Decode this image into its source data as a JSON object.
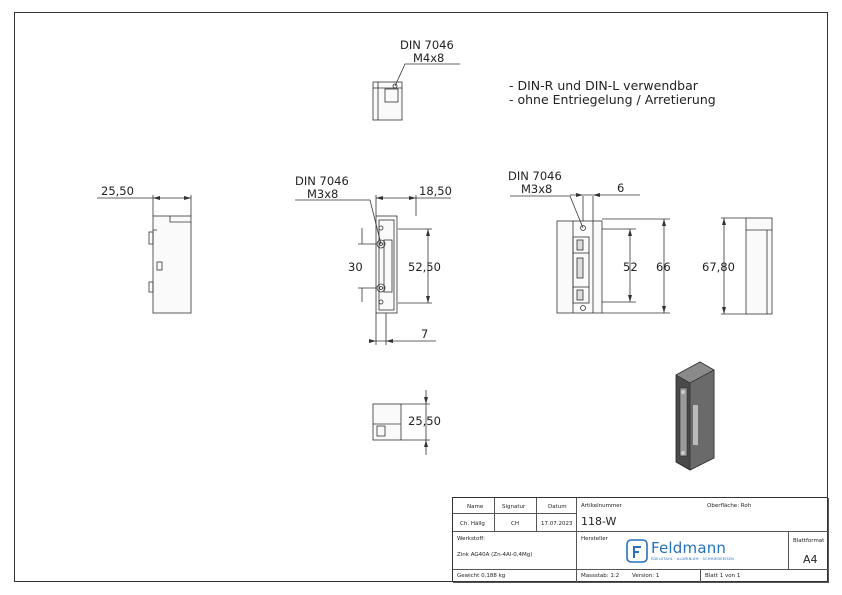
{
  "notes": {
    "line1": "- DIN-R und DIN-L verwendbar",
    "line2": "- ohne Entriegelung / Arretierung"
  },
  "callouts": {
    "top": {
      "standard": "DIN 7046",
      "screw": "M4x8"
    },
    "front": {
      "standard": "DIN 7046",
      "screw": "M3x8"
    },
    "right": {
      "standard": "DIN 7046",
      "screw": "M3x8"
    }
  },
  "dimensions": {
    "side_depth": "25,50",
    "front_width": "18,50",
    "hole_spacing": "30",
    "front_height": "52,50",
    "front_offset": "7",
    "right_offset": "6",
    "right_inner": "52",
    "right_height": "66",
    "end_height": "67,80",
    "bottom_depth": "25,50"
  },
  "title_block": {
    "headers": {
      "name": "Name",
      "signature": "Signatur",
      "date": "Datum"
    },
    "row": {
      "name": "Ch. Hällg",
      "signature": "CH",
      "date": "17.07.2023"
    },
    "material_label": "Werkstoff:",
    "material": "Zink AG40A (Zn-4Al-0,4Mg)",
    "weight": "Gewicht 0,188 kg",
    "article_label": "Artikelnummer",
    "article": "118-W",
    "surface": "Oberfläche: Roh",
    "manufacturer_label": "Hersteller",
    "brand": "Feldmann",
    "brand_tagline": "EDELSTAHL · ALUMINIUM · SCHMIEDEEISEN",
    "scale": "Massstab: 1:2",
    "version": "Version: 1",
    "sheet": "Blatt 1 von 1",
    "format_label": "Blattformat",
    "format": "A4"
  },
  "colors": {
    "line": "#333333",
    "brand": "#2a6fb8",
    "part_dark": "#3a3a3a"
  }
}
